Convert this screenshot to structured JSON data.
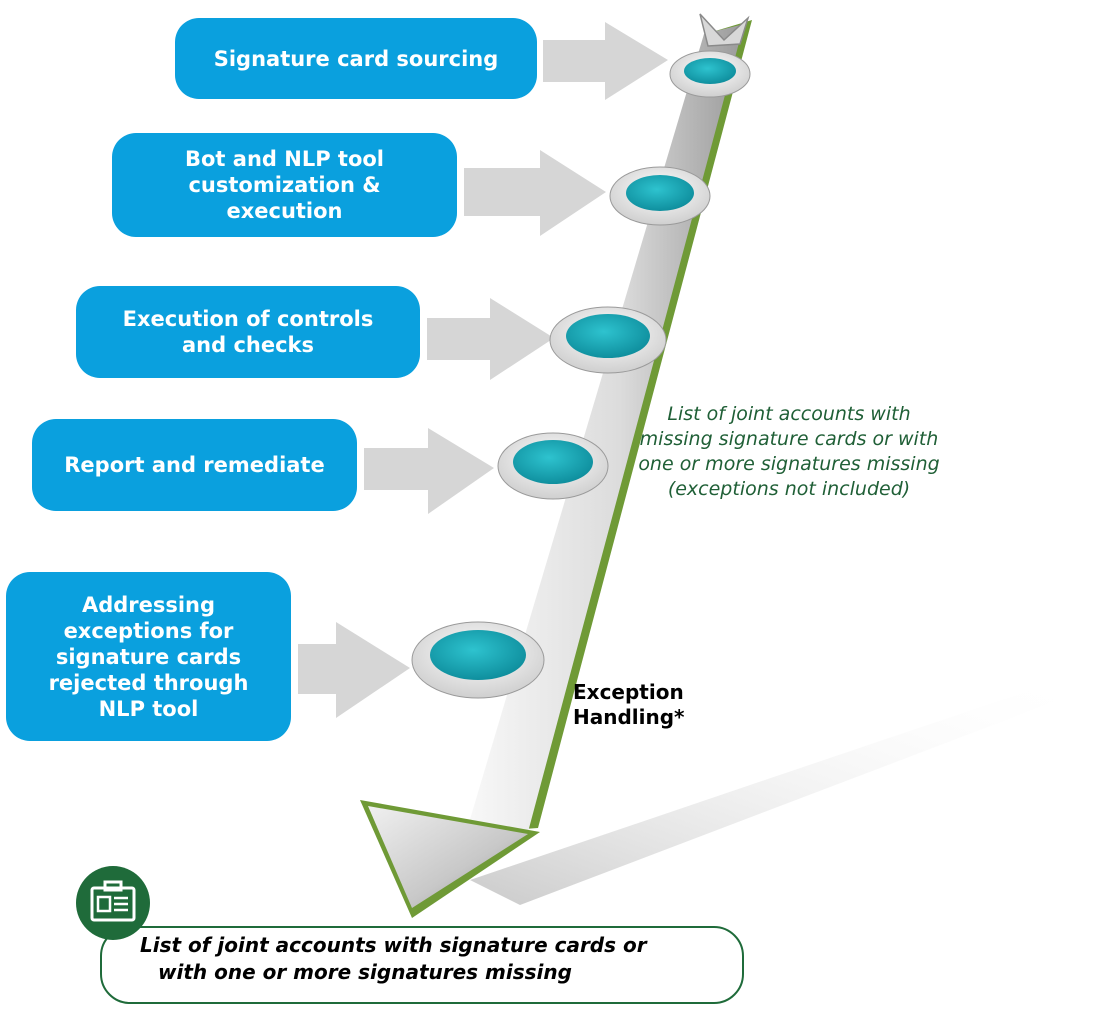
{
  "steps": [
    {
      "lines": [
        "Signature card sourcing"
      ]
    },
    {
      "lines": [
        "Bot and NLP tool",
        "customization &",
        "execution"
      ]
    },
    {
      "lines": [
        "Execution of controls",
        "and checks"
      ]
    },
    {
      "lines": [
        "Report and remediate"
      ]
    },
    {
      "lines": [
        "Addressing",
        "exceptions for",
        "signature cards",
        "rejected through",
        "NLP tool"
      ]
    }
  ],
  "intermediate_output": {
    "lines": [
      "List of joint accounts with",
      "missing signature cards or with",
      "one or more signatures missing",
      "(exceptions not included)"
    ]
  },
  "exception_label": {
    "lines": [
      "Exception",
      "Handling*"
    ]
  },
  "final_output": {
    "lines": [
      "List of joint accounts with signature cards  or",
      "with one or more signatures missing"
    ],
    "icon": "id-card-icon"
  },
  "colors": {
    "step_fill": "#0aa0de",
    "connector_arrow": "#d6d6d6",
    "node_fill": "#17a8b8",
    "main_arrow_edge": "#6f9a36",
    "note_text": "#1f5f36",
    "output_border": "#1f6b3a"
  }
}
